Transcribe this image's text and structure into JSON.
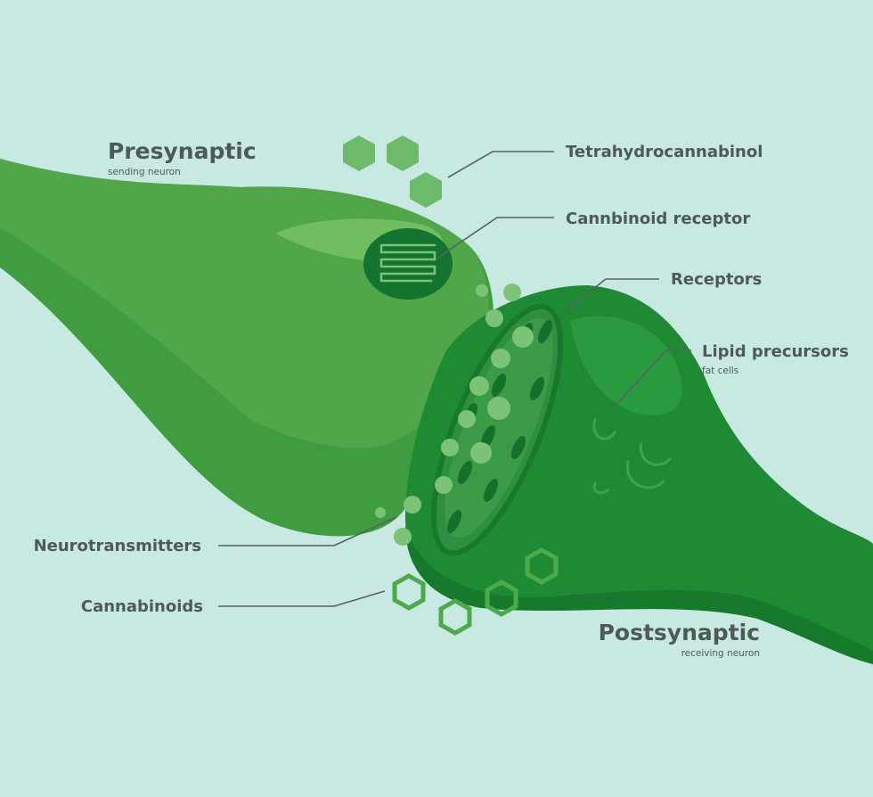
{
  "labels": {
    "presynaptic": {
      "title": "Presynaptic",
      "subtitle": "sending neuron"
    },
    "postsynaptic": {
      "title": "Postsynaptic",
      "subtitle": "receiving neuron"
    },
    "thc": "Tetrahydrocannabinol",
    "cannabinoid_receptor": "Cannbinoid receptor",
    "receptors": "Receptors",
    "lipid_precursors": {
      "title": "Lipid precursors",
      "subtitle": "fat cells"
    },
    "neurotransmitters": "Neurotransmitters",
    "cannabinoids": "Cannabinoids"
  },
  "colors": {
    "background": "#c7e9e1",
    "presynaptic_outer": "#3f9d40",
    "presynaptic_inner": "#51a64a",
    "postsynaptic": "#1f8a34",
    "postsynaptic_dark": "#17792c",
    "vesicle": "#7bc477",
    "hexagon": "#6dbb6a",
    "label_text": "#4d5a58"
  }
}
